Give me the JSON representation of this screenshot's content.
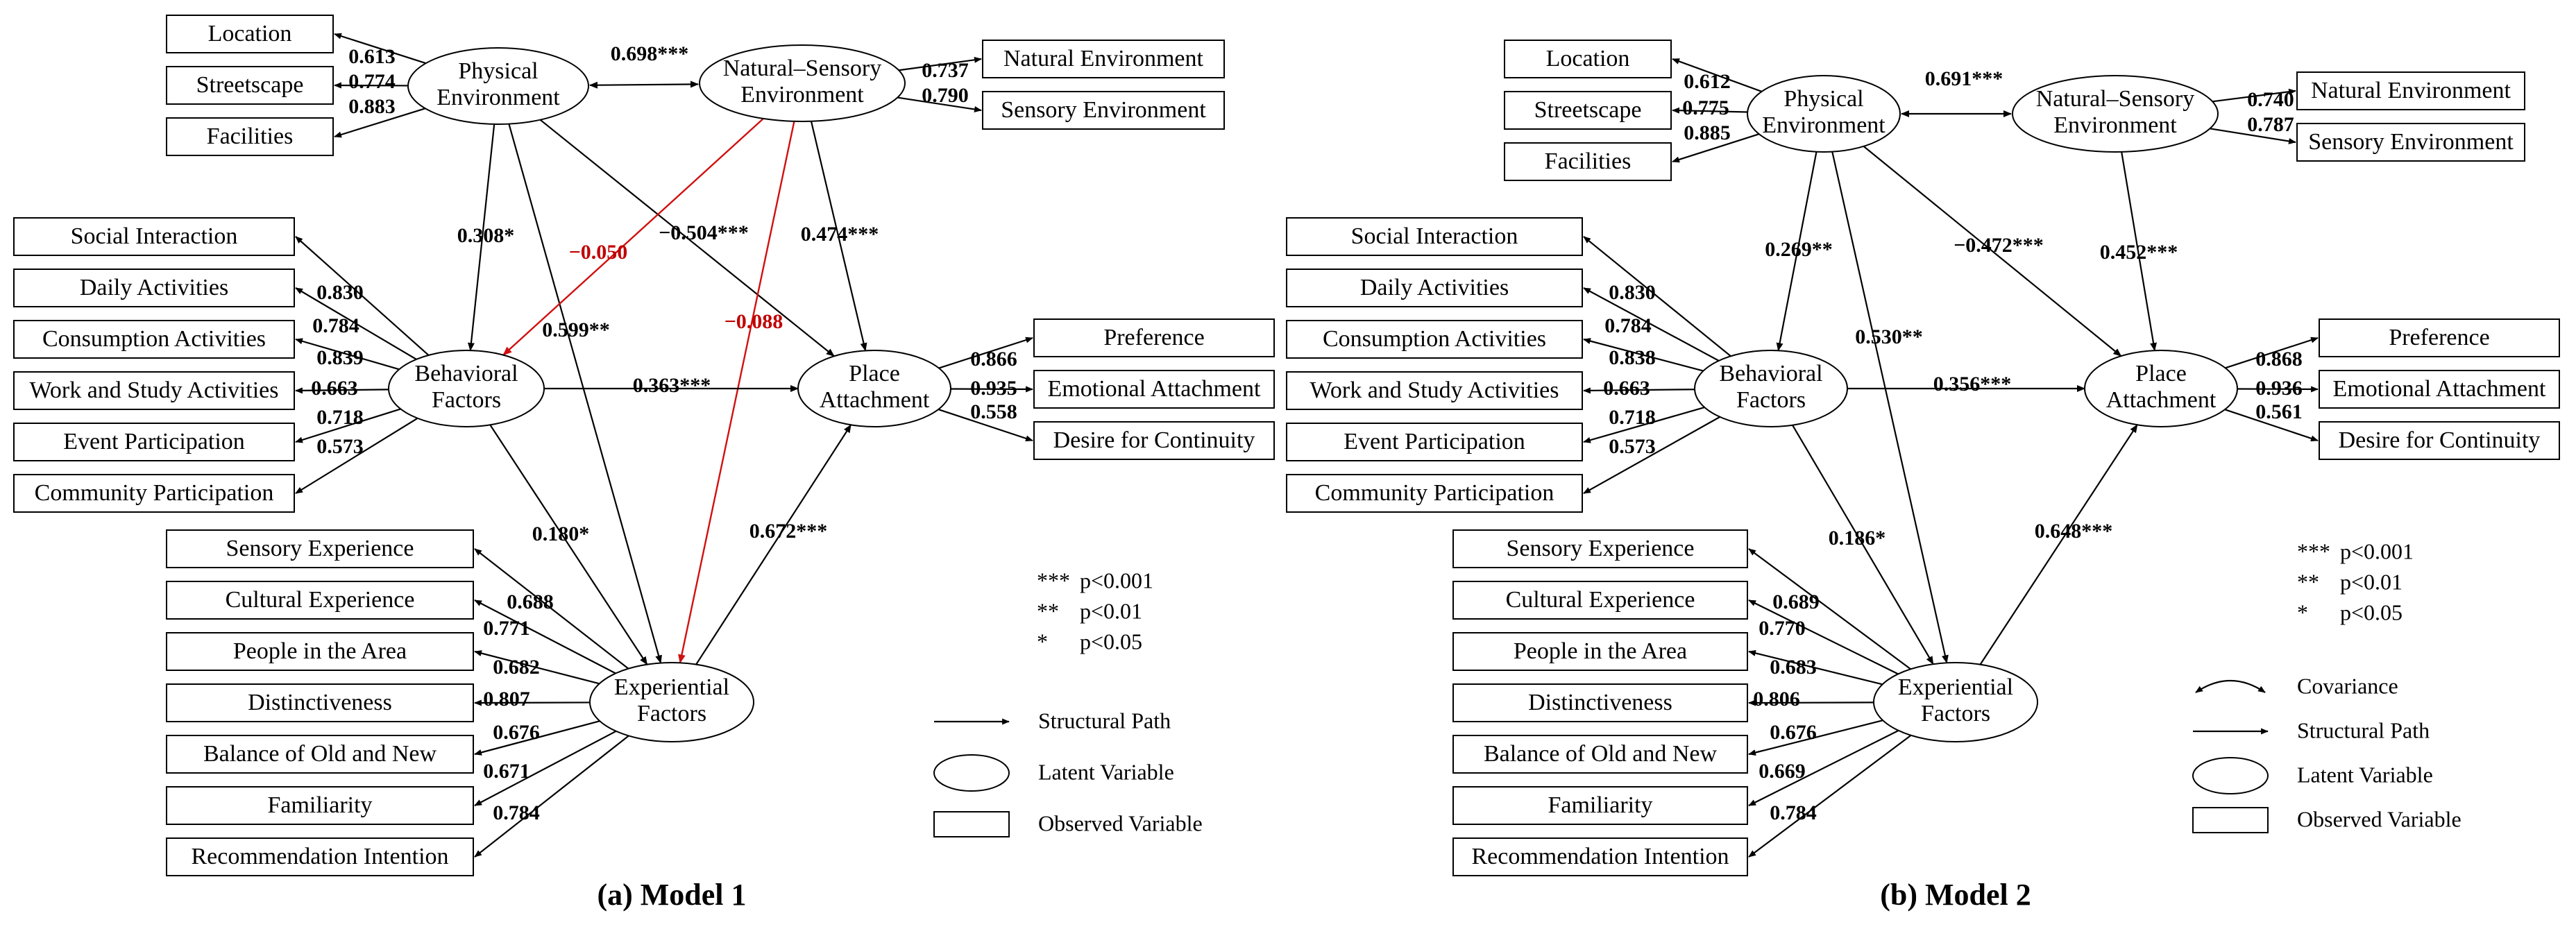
{
  "models": [
    {
      "caption": "(a) Model 1",
      "latents": {
        "physical": "Physical\nEnvironment",
        "natural": "Natural–Sensory\nEnvironment",
        "behavioral": "Behavioral\nFactors",
        "place": "Place\nAttachment",
        "experiential": "Experiential\nFactors"
      },
      "physical_indicators": [
        {
          "label": "Location",
          "loading": "0.613"
        },
        {
          "label": "Streetscape",
          "loading": "0.774"
        },
        {
          "label": "Facilities",
          "loading": "0.883"
        }
      ],
      "natural_indicators": [
        {
          "label": "Natural Environment",
          "loading": "0.737"
        },
        {
          "label": "Sensory Environment",
          "loading": "0.790"
        }
      ],
      "behavioral_indicators": [
        {
          "label": "Social Interaction",
          "loading": "0.830"
        },
        {
          "label": "Daily Activities",
          "loading": "0.784"
        },
        {
          "label": "Consumption Activities",
          "loading": "0.839"
        },
        {
          "label": "Work and Study Activities",
          "loading": "0.663"
        },
        {
          "label": "Event Participation",
          "loading": "0.718"
        },
        {
          "label": "Community Participation",
          "loading": "0.573"
        }
      ],
      "place_indicators": [
        {
          "label": "Preference",
          "loading": "0.866"
        },
        {
          "label": "Emotional Attachment",
          "loading": "0.935"
        },
        {
          "label": "Desire for Continuity",
          "loading": "0.558"
        }
      ],
      "experiential_indicators": [
        {
          "label": "Sensory Experience",
          "loading": "0.688"
        },
        {
          "label": "Cultural Experience",
          "loading": "0.771"
        },
        {
          "label": "People in the Area",
          "loading": "0.682"
        },
        {
          "label": "Distinctiveness",
          "loading": "0.807"
        },
        {
          "label": "Balance of Old and New",
          "loading": "0.676"
        },
        {
          "label": "Familiarity",
          "loading": "0.671"
        },
        {
          "label": "Recommendation Intention",
          "loading": "0.784"
        }
      ],
      "paths": {
        "physical_natural_cov": "0.698***",
        "physical_behavioral": "0.308*",
        "physical_place": "−0.504***",
        "physical_experiential": "0.599**",
        "natural_place": "0.474***",
        "natural_behavioral": "−0.050",
        "natural_experiential": "−0.088",
        "behavioral_place": "0.363***",
        "behavioral_experiential": "0.180*",
        "experiential_place": "0.672***"
      },
      "significance": [
        {
          "stars": "***",
          "text": "p<0.001"
        },
        {
          "stars": "**",
          "text": "p<0.01"
        },
        {
          "stars": "*",
          "text": "p<0.05"
        }
      ],
      "legend": [
        {
          "symbol": "arrow",
          "label": "Structural Path"
        },
        {
          "symbol": "ellipse",
          "label": "Latent Variable"
        },
        {
          "symbol": "rect",
          "label": "Observed Variable"
        }
      ]
    },
    {
      "caption": "(b) Model 2",
      "latents": {
        "physical": "Physical\nEnvironment",
        "natural": "Natural–Sensory\nEnvironment",
        "behavioral": "Behavioral\nFactors",
        "place": "Place\nAttachment",
        "experiential": "Experiential\nFactors"
      },
      "physical_indicators": [
        {
          "label": "Location",
          "loading": "0.612"
        },
        {
          "label": "Streetscape",
          "loading": "0.775"
        },
        {
          "label": "Facilities",
          "loading": "0.885"
        }
      ],
      "natural_indicators": [
        {
          "label": "Natural Environment",
          "loading": "0.740"
        },
        {
          "label": "Sensory Environment",
          "loading": "0.787"
        }
      ],
      "behavioral_indicators": [
        {
          "label": "Social Interaction",
          "loading": "0.830"
        },
        {
          "label": "Daily Activities",
          "loading": "0.784"
        },
        {
          "label": "Consumption Activities",
          "loading": "0.838"
        },
        {
          "label": "Work and Study Activities",
          "loading": "0.663"
        },
        {
          "label": "Event Participation",
          "loading": "0.718"
        },
        {
          "label": "Community Participation",
          "loading": "0.573"
        }
      ],
      "place_indicators": [
        {
          "label": "Preference",
          "loading": "0.868"
        },
        {
          "label": "Emotional Attachment",
          "loading": "0.936"
        },
        {
          "label": "Desire for Continuity",
          "loading": "0.561"
        }
      ],
      "experiential_indicators": [
        {
          "label": "Sensory Experience",
          "loading": "0.689"
        },
        {
          "label": "Cultural Experience",
          "loading": "0.770"
        },
        {
          "label": "People in the Area",
          "loading": "0.683"
        },
        {
          "label": "Distinctiveness",
          "loading": "0.806"
        },
        {
          "label": "Balance of Old and New",
          "loading": "0.676"
        },
        {
          "label": "Familiarity",
          "loading": "0.669"
        },
        {
          "label": "Recommendation Intention",
          "loading": "0.784"
        }
      ],
      "paths": {
        "physical_natural_cov": "0.691***",
        "physical_behavioral": "0.269**",
        "physical_place": "−0.472***",
        "physical_experiential": "0.530**",
        "natural_place": "0.452***",
        "behavioral_place": "0.356***",
        "behavioral_experiential": "0.186*",
        "experiential_place": "0.648***"
      },
      "significance": [
        {
          "stars": "***",
          "text": "p<0.001"
        },
        {
          "stars": "**",
          "text": "p<0.01"
        },
        {
          "stars": "*",
          "text": "p<0.05"
        }
      ],
      "legend": [
        {
          "symbol": "cov",
          "label": "Covariance"
        },
        {
          "symbol": "arrow",
          "label": "Structural Path"
        },
        {
          "symbol": "ellipse",
          "label": "Latent Variable"
        },
        {
          "symbol": "rect",
          "label": "Observed Variable"
        }
      ]
    }
  ]
}
